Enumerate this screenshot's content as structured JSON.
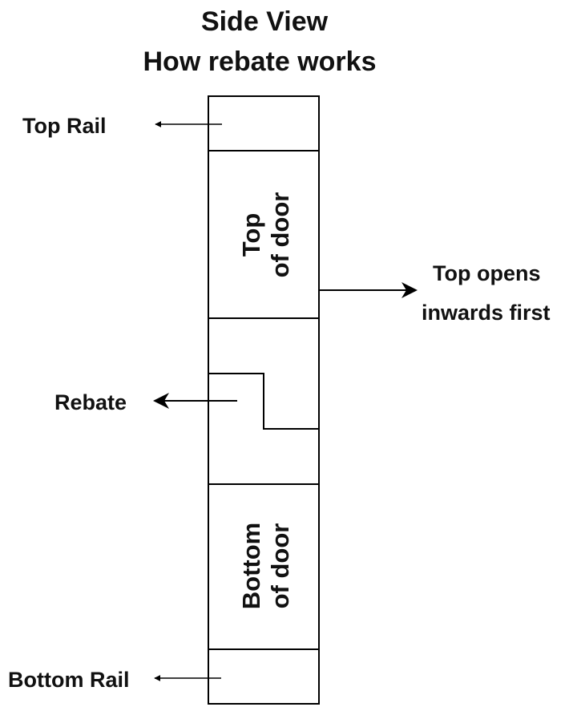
{
  "title": {
    "line1": "Side View",
    "line2": "How rebate works"
  },
  "labels": {
    "top_rail": "Top Rail",
    "rebate": "Rebate",
    "bottom_rail": "Bottom Rail",
    "top_opens_line1": "Top opens",
    "top_opens_line2": "inwards first"
  },
  "sections": {
    "top_of_door_line1": "Top",
    "top_of_door_line2": "of door",
    "bottom_of_door_line1": "Bottom",
    "bottom_of_door_line2": "of door"
  },
  "colors": {
    "stroke": "#000000",
    "text": "#111111",
    "background": "#ffffff"
  }
}
